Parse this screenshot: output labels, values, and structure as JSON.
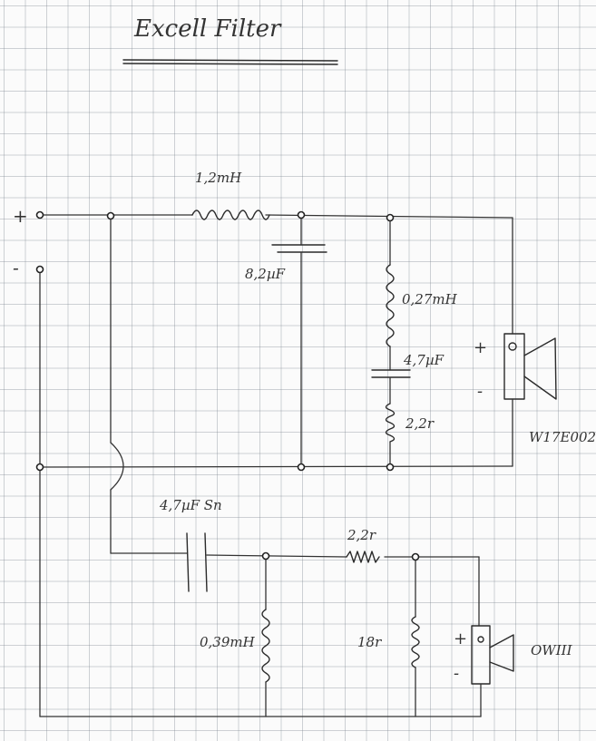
{
  "title": "Excell Filter",
  "terminals": {
    "plus": "+",
    "minus": "-"
  },
  "labels": {
    "l1": "1,2mH",
    "c1": "8,2µF",
    "l2": "0,27mH",
    "c2": "4,7µF",
    "r1": "2,2r",
    "woofer": "W17E002",
    "c3": "4,7µF Sn",
    "r2": "2,2r",
    "l3": "0,39mH",
    "r3": "18r",
    "tweeter": "OWIII"
  },
  "polarity": {
    "woofer_plus": "+",
    "woofer_minus": "-",
    "tweeter_plus": "+",
    "tweeter_minus": "-"
  }
}
